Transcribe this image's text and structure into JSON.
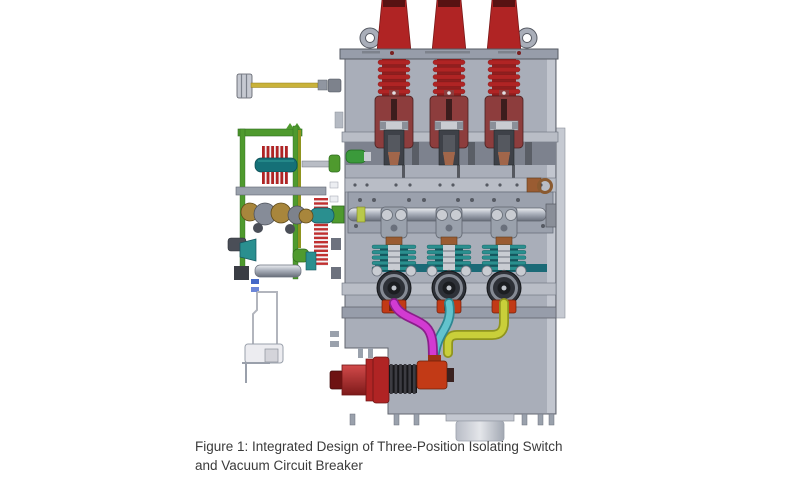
{
  "figure": {
    "caption_line1": "Figure 1: Integrated Design of Three-Position Isolating Switch",
    "caption_line2": "and Vacuum Circuit Breaker",
    "description": "CAD rendering of a switchgear assembly integrating a three-position isolating switch with a vacuum circuit breaker: three red HV bushings on top of a gray cabinet, a horizontal drive shaft, three teal post insulators with drive wheels, colored cable ducts converging to a lateral red bushing, and a green-framed operating mechanism on the left side."
  },
  "palette": {
    "caption-text": "#3b3b3b",
    "background": "#ffffff",
    "cabinet": "#a9aeb9",
    "cabinet-light": "#c2c6cf",
    "metal-mid": "#979daa",
    "metal-light": "#b9bdc6",
    "metal-dark": "#6d727e",
    "red": "#b02424",
    "red-deep": "#8f1f1f",
    "maroon": "#8d3d3d",
    "teal": "#2a8f8f",
    "teal-dark": "#14555f",
    "green": "#4f9a2e",
    "copper": "#9a5c32",
    "brass": "#a8863c",
    "magenta": "#d23bd2",
    "cyan": "#62c3cd",
    "yellow-green": "#c9cf3a",
    "orange-red": "#c23a16",
    "gold": "#c9b23a",
    "silver": "#c9ccd2"
  }
}
